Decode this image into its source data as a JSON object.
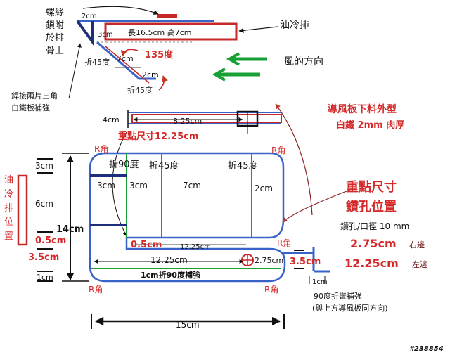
{
  "labels": {
    "screw_note": [
      "螺絲",
      "鎖附",
      "於排",
      "骨上"
    ],
    "oil_exhaust": "油冷排",
    "wind_direction": "風的方向",
    "weld_note": [
      "銲接兩片三角",
      "白鐵板補強"
    ],
    "top_view": {
      "dim_2cm": "2cm",
      "dim_3cm": "3cm",
      "bar_dims": "長16.5cm 高7cm",
      "dim_7cm": "7cm",
      "fold_45_a": "折45度",
      "angle_135": "135度",
      "dim_2cm_b": "2cm",
      "fold_45_b": "折45度"
    },
    "side_view": {
      "dim_4cm": "4cm",
      "dim_8_25cm": "8.25cm",
      "key_dim": "重點尺寸12.25cm"
    },
    "title_line1": "導風板下料外型",
    "title_line2": "白鐵 2mm 肉厚",
    "r_corner": "R角",
    "oil_position_vertical": [
      "油",
      "冷",
      "排",
      "位",
      "置"
    ],
    "left_dims": {
      "d3cm": "3cm",
      "d6cm": "6cm",
      "d14cm": "14cm",
      "d05cm": "0.5cm",
      "d35cm": "3.5cm",
      "d1cm": "1cm"
    },
    "panel": {
      "fold_90": "折90度",
      "fold_45_1": "折45度",
      "fold_45_2": "折45度",
      "c3cm_a": "3cm",
      "c3cm_b": "3cm",
      "c7cm": "7cm",
      "c2cm": "2cm",
      "notch_05cm": "0.5cm",
      "notch_12_25cm": "12.25cm",
      "bottom_12_25cm": "12.25cm",
      "hole_275cm": "2.75cm",
      "fold_90_reinforce": "1cm折90度補強"
    },
    "right_notes": {
      "key_dims": "重點尺寸",
      "hole_position": "鑽孔位置",
      "hole_diameter": "鑽孔/口徑 10 mm",
      "v275": "2.75cm",
      "right_side": "右邊",
      "v1225": "12.25cm",
      "left_side": "左邊",
      "d35cm": "3.5cm",
      "d1cm": "1cm",
      "fold_90_note": "90度折彎補強",
      "same_direction": "(與上方導風板同方向)"
    },
    "bottom_dim": "15cm",
    "watermark": "#238854"
  }
}
